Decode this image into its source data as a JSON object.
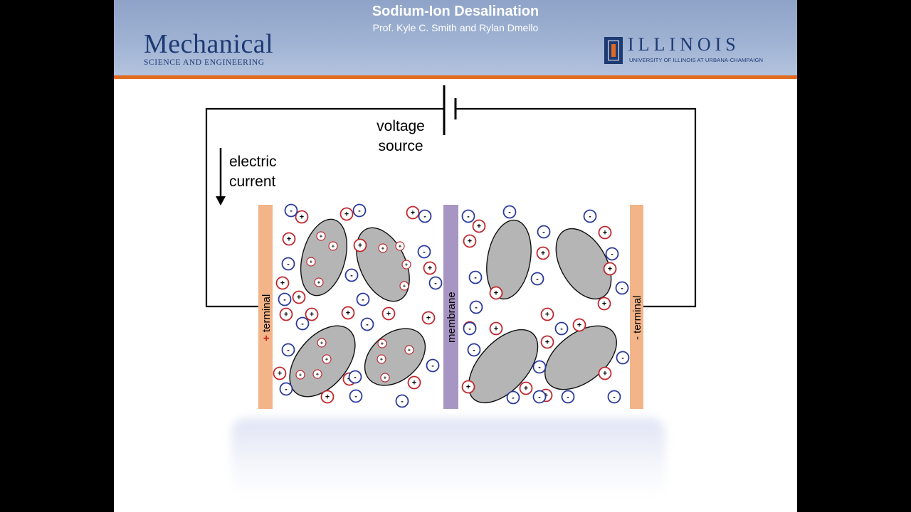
{
  "header": {
    "title": "Sodium-Ion Desalination",
    "authors": "Prof. Kyle C. Smith and Rylan Dmello"
  },
  "logos": {
    "department_main": "Mechanical",
    "department_sub": "SCIENCE AND ENGINEERING",
    "university_name": "ILLINOIS",
    "university_sub": "UNIVERSITY OF ILLINOIS AT URBANA-CHAMPAIGN"
  },
  "diagram": {
    "voltage_label_1": "voltage",
    "voltage_label_2": "source",
    "current_label_1": "electric",
    "current_label_2": "current",
    "membrane_label": "membrane",
    "left_terminal_sign": "+",
    "left_terminal_label": " terminal",
    "right_terminal_label": "- terminal",
    "cation_symbol": "+",
    "anion_symbol": "-"
  },
  "colors": {
    "header_blue": "#9fb2d3",
    "header_rule_orange": "#e06a1f",
    "brand_navy": "#1d3a73",
    "terminal_orange": "#f2b488",
    "membrane_purple": "#a796c4",
    "particle_gray": "#b5b5b5",
    "cation_red": "#c0272d",
    "anion_blue": "#2a3a9c"
  }
}
